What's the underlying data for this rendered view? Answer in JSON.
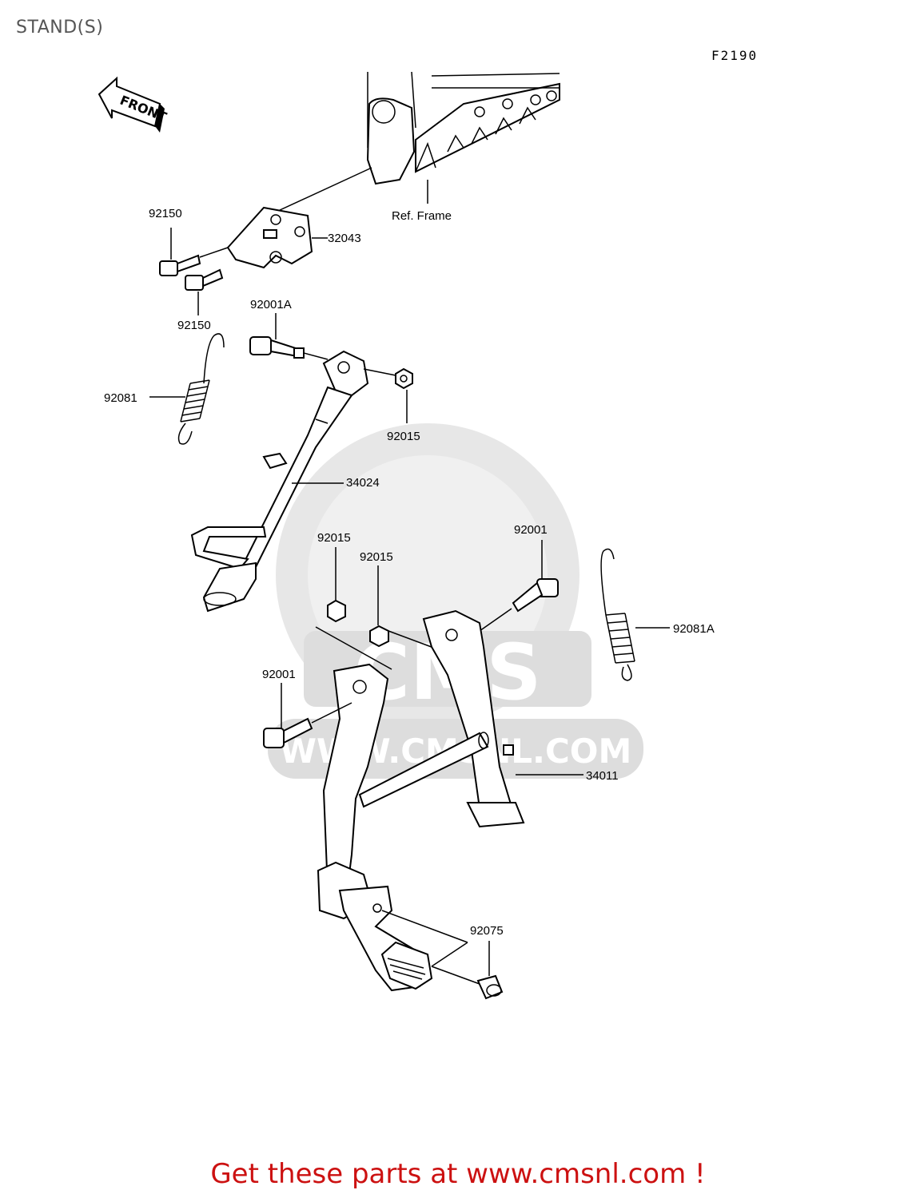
{
  "page": {
    "title": "STAND(S)",
    "diagram_code": "F2190",
    "front_label": "FRONT",
    "frame_ref_label": "Ref. Frame",
    "watermark": {
      "brand": "CMS",
      "url": "WWW.CMSNL.COM"
    },
    "footer": "Get these parts at www.cmsnl.com !"
  },
  "parts": [
    {
      "id": "92150-top",
      "number": "92150"
    },
    {
      "id": "32043",
      "number": "32043"
    },
    {
      "id": "92150-bottom",
      "number": "92150"
    },
    {
      "id": "92001A",
      "number": "92001A"
    },
    {
      "id": "92081",
      "number": "92081"
    },
    {
      "id": "92015-side",
      "number": "92015"
    },
    {
      "id": "34024",
      "number": "34024"
    },
    {
      "id": "92015-left",
      "number": "92015"
    },
    {
      "id": "92015-right",
      "number": "92015"
    },
    {
      "id": "92001-right",
      "number": "92001"
    },
    {
      "id": "92081A",
      "number": "92081A"
    },
    {
      "id": "92001-left",
      "number": "92001"
    },
    {
      "id": "34011",
      "number": "34011"
    },
    {
      "id": "92075",
      "number": "92075"
    }
  ]
}
